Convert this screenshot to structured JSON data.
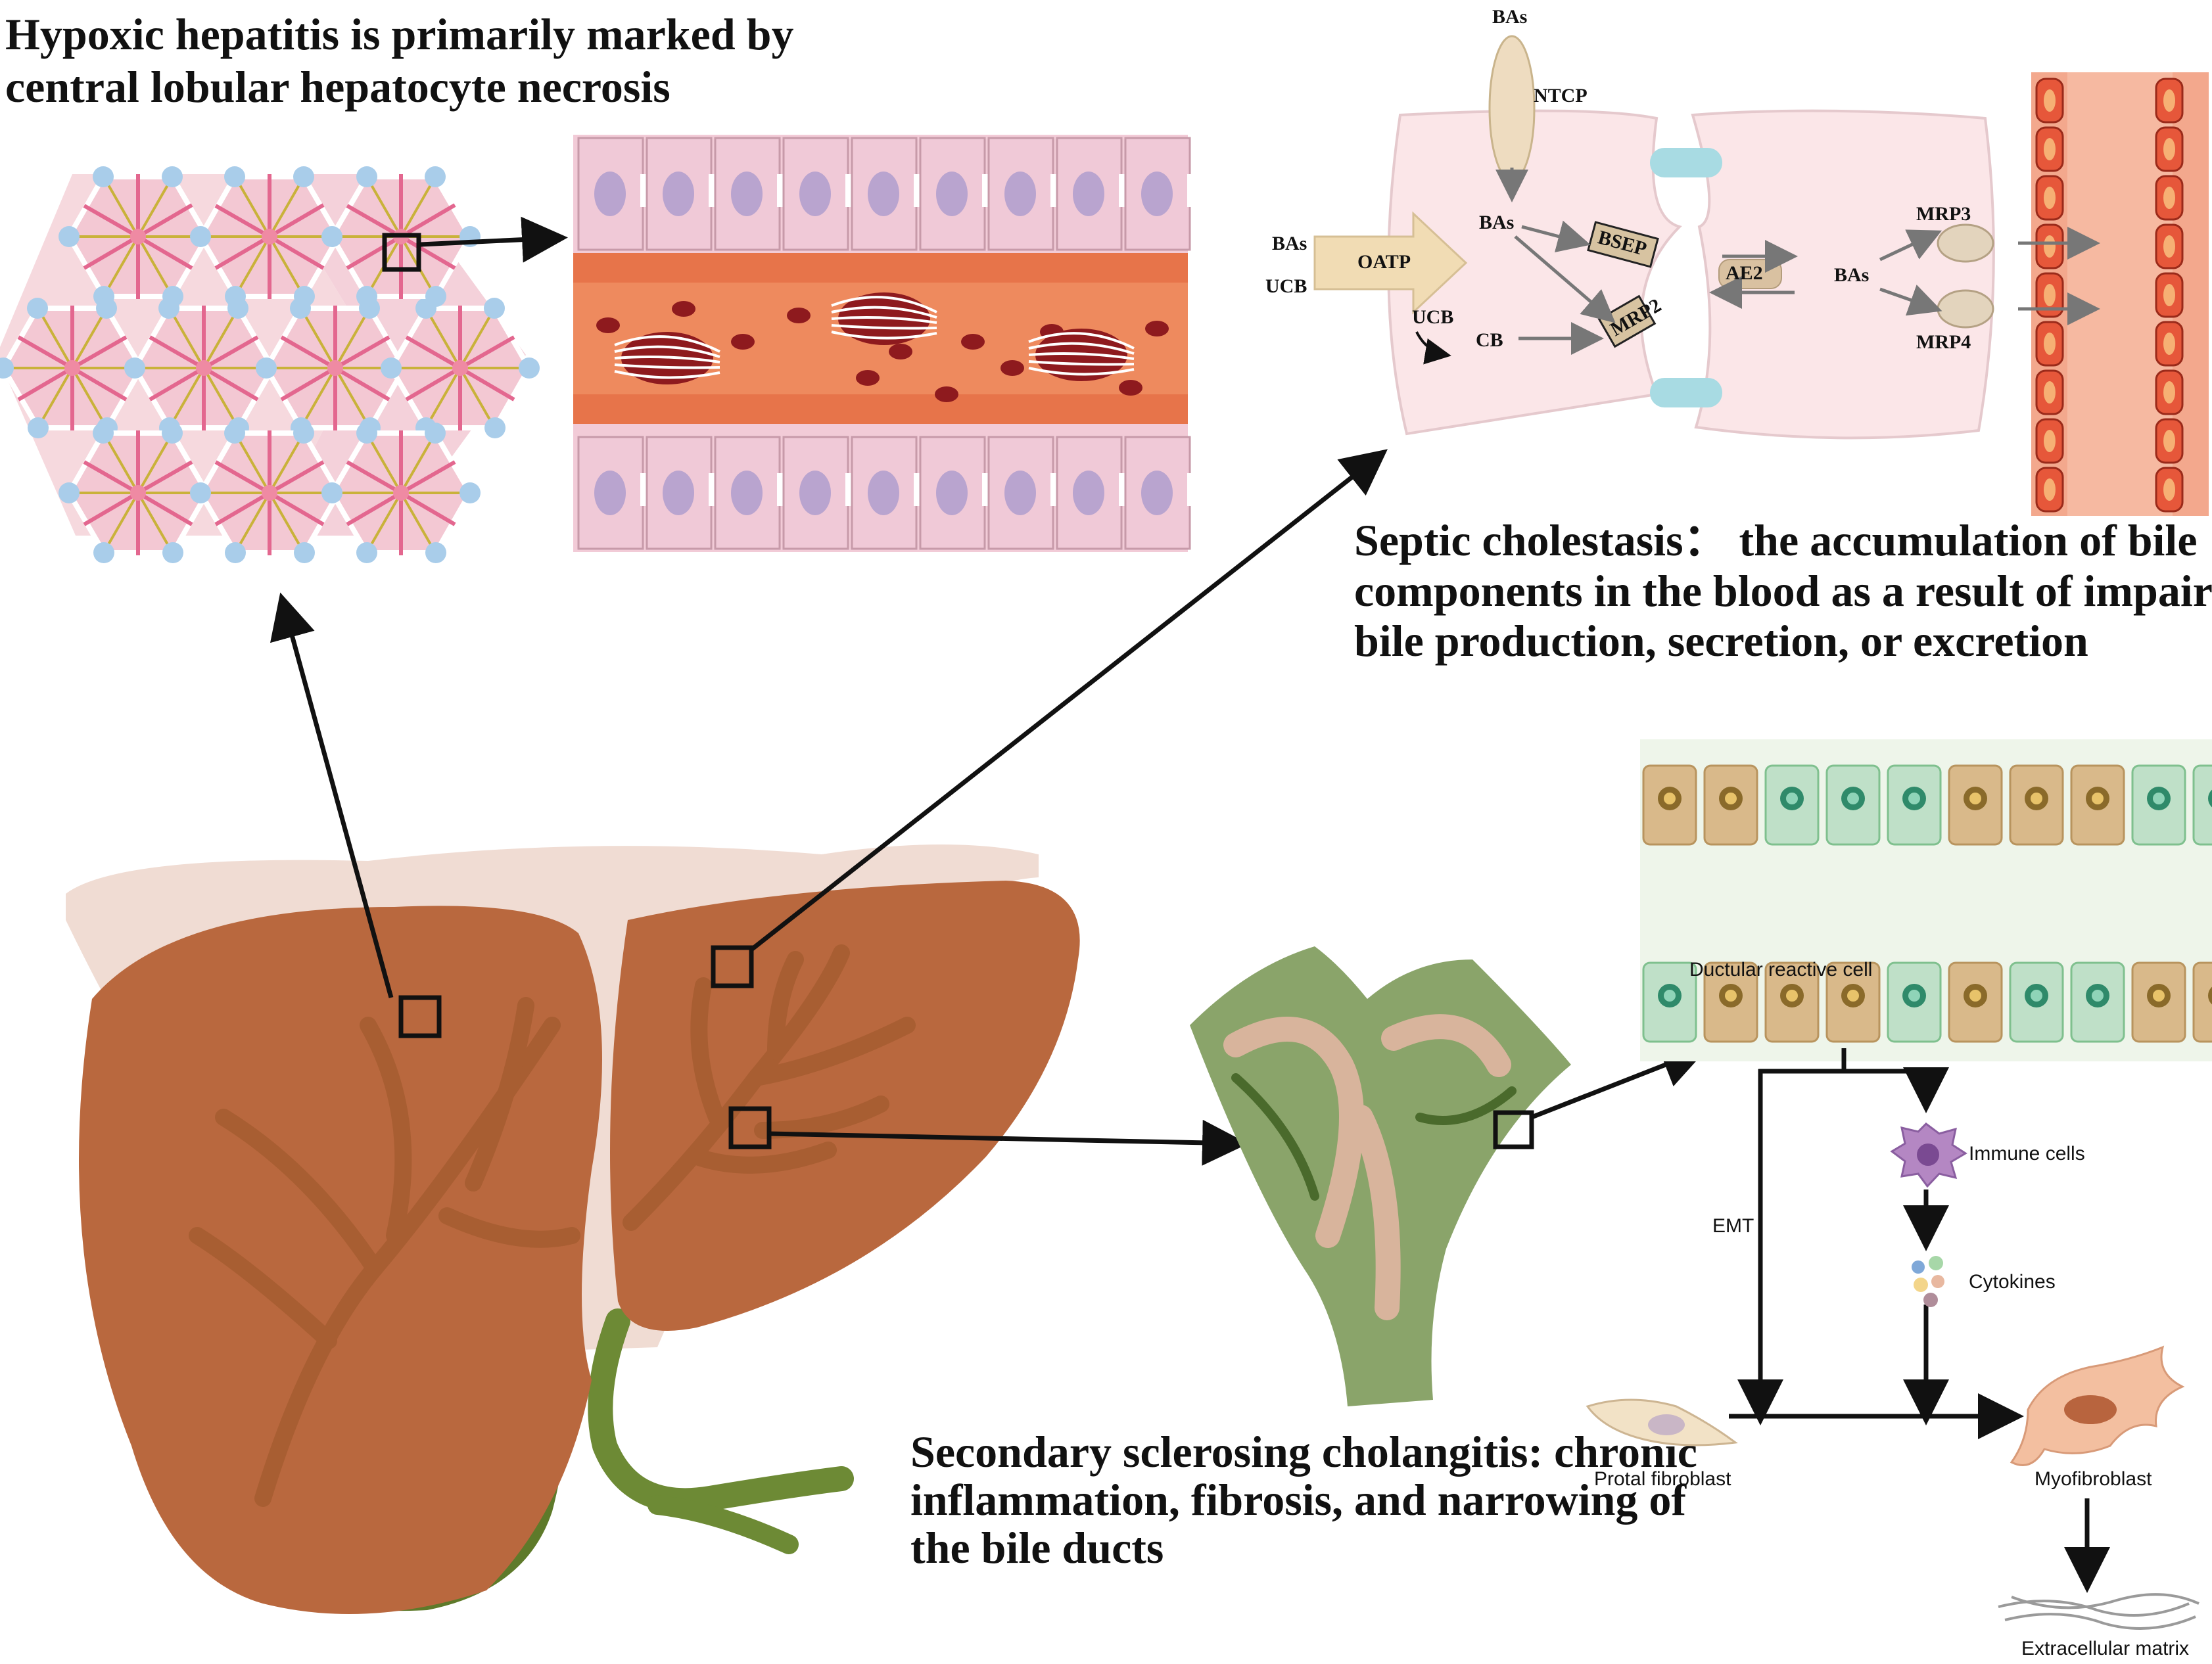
{
  "titles": {
    "hypoxic_line1": "Hypoxic hepatitis is primarily marked by",
    "hypoxic_line2": "central lobular hepatocyte necrosis",
    "septic_line1": "Septic cholestasis： the accumulation of bile",
    "septic_line2": "components in the blood as a result of impaired",
    "septic_line3": "bile production, secretion, or excretion",
    "ssc_line1": "Secondary sclerosing cholangitis: chronic",
    "ssc_line2": "inflammation, fibrosis, and narrowing of",
    "ssc_line3": "the bile ducts"
  },
  "transport": {
    "bas_top": "BAs",
    "ntcp": "NTCP",
    "bas_left": "BAs",
    "ucb_left": "UCB",
    "oatp": "OATP",
    "bas_inner": "BAs",
    "bsep": "BSEP",
    "ucb_inner": "UCB",
    "cb": "CB",
    "mrp2": "MRP2",
    "ae2": "AE2",
    "bas_right": "BAs",
    "mrp3": "MRP3",
    "mrp4": "MRP4"
  },
  "fibrosis": {
    "ductular": "Ductular reactive cell",
    "immune": "Immune cells",
    "cytokines": "Cytokines",
    "emt": "EMT",
    "portal": "Protal fibroblast",
    "myo": "Myofibroblast",
    "ecm": "Extracellular matrix"
  },
  "colors": {
    "liver": "#b9683e",
    "liver_vessel": "#a85e32",
    "gallbladder": "#5e7a2a",
    "duct_green": "#8aa46a",
    "cell_pink": "#f3d3e1",
    "vessel_red": "#d9643f",
    "rbc": "#8e1a1e",
    "hepatocyte_bg": "#fbe5e8",
    "tan_cell": "#d9b98a",
    "green_cell": "#bfe0c8"
  }
}
